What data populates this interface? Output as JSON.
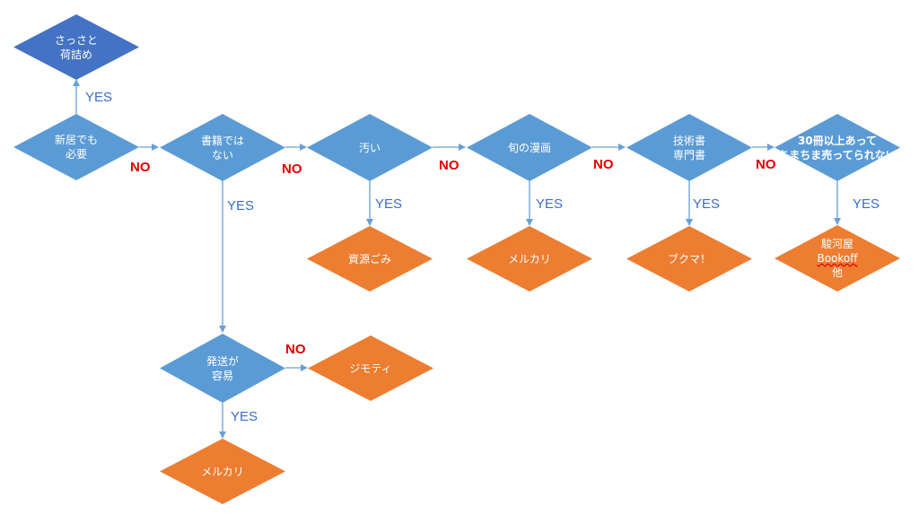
{
  "colors": {
    "decision": "#5b9bd5",
    "decision_dark": "#4472c4",
    "result": "#ed7d31",
    "edge": "#6a9fd6",
    "yes": "#3a6fc4",
    "no": "#e00000"
  },
  "nodes": {
    "pack": {
      "l1": "さっさと",
      "l2": "荷詰め"
    },
    "newhome": {
      "l1": "新居でも",
      "l2": "必要"
    },
    "notbook": {
      "l1": "書籍では",
      "l2": "ない"
    },
    "dirty": {
      "l1": "汚い"
    },
    "manga": {
      "l1": "旬の漫画"
    },
    "tech": {
      "l1": "技術書",
      "l2": "専門書"
    },
    "thirty": {
      "l1": "30冊以上あって",
      "l2": "ちまちま売ってられない"
    },
    "ship": {
      "l1": "発送が",
      "l2": "容易"
    },
    "trash": {
      "l1": "資源ごみ"
    },
    "mercari1": {
      "l1": "メルカリ"
    },
    "bukuma": {
      "l1": "ブクマ！"
    },
    "surugaya": {
      "l1": "駿河屋",
      "l2": "Bookoff",
      "l3": "他"
    },
    "jimoty": {
      "l1": "ジモティ"
    },
    "mercari2": {
      "l1": "メルカリ"
    }
  },
  "edge_labels": {
    "yes_pack": "YES",
    "no_1": "NO",
    "no_2": "NO",
    "no_3": "NO",
    "no_4": "NO",
    "no_5": "NO",
    "yes_notbook": "YES",
    "yes_dirty": "YES",
    "yes_manga": "YES",
    "yes_tech": "YES",
    "yes_thirty": "YES",
    "no_ship": "NO",
    "yes_ship": "YES"
  }
}
